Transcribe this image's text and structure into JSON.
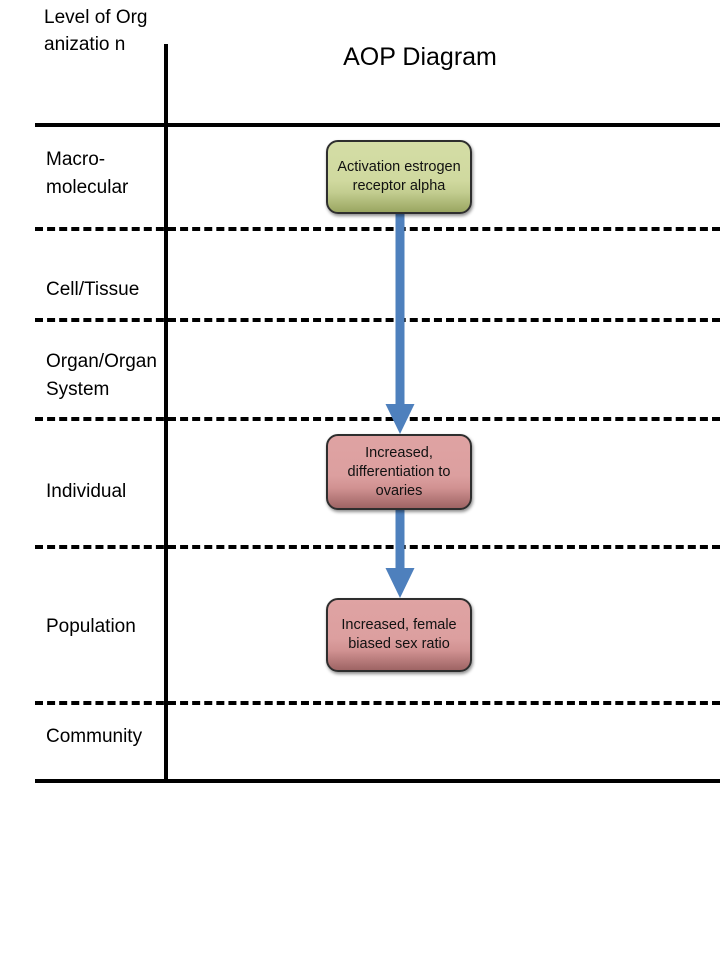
{
  "header": {
    "axis_title": "Level of Organizatio n",
    "diagram_title": "AOP Diagram"
  },
  "levels": [
    {
      "id": "macromolecular",
      "label": "Macro-\nmolecular"
    },
    {
      "id": "cell-tissue",
      "label": "Cell/Tissue"
    },
    {
      "id": "organ-system",
      "label": "Organ/Organ System"
    },
    {
      "id": "individual",
      "label": "Individual"
    },
    {
      "id": "population",
      "label": "Population"
    },
    {
      "id": "community",
      "label": "Community"
    }
  ],
  "nodes": [
    {
      "id": "activation-estrogen-receptor-alpha",
      "label": "Activation estrogen receptor alpha",
      "level": "macromolecular",
      "color": "#d0d99f",
      "type": "molecular-initiating-event"
    },
    {
      "id": "increased-differentiation-to-ovaries",
      "label": "Increased, differentiation to ovaries",
      "level": "individual",
      "color": "#dc9f9f",
      "type": "key-event"
    },
    {
      "id": "increased-female-biased-sex-ratio",
      "label": "Increased, female biased sex ratio",
      "level": "population",
      "color": "#dc9f9f",
      "type": "adverse-outcome"
    }
  ],
  "connections": [
    {
      "from": "activation-estrogen-receptor-alpha",
      "to": "increased-differentiation-to-ovaries",
      "color": "#4e80bd"
    },
    {
      "from": "increased-differentiation-to-ovaries",
      "to": "increased-female-biased-sex-ratio",
      "color": "#4e80bd"
    }
  ],
  "colors": {
    "arrow": "#4e80bd",
    "line": "#000000",
    "green_node": "#d0d99f",
    "pink_node": "#dc9f9f"
  }
}
